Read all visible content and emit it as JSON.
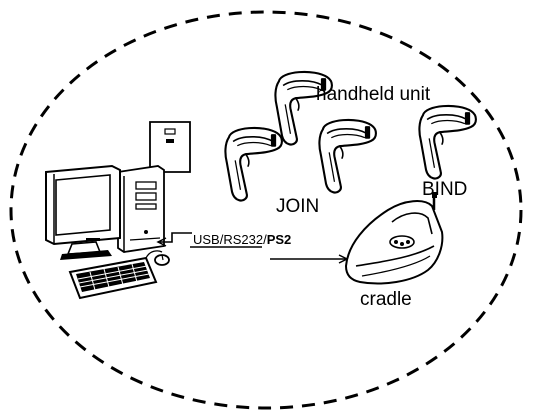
{
  "labels": {
    "handheld_unit": "handheld unit",
    "join": "JOIN",
    "bind": "BIND",
    "cradle": "cradle",
    "connection_prefix": "USB/RS232/",
    "connection_bold": "PS2"
  },
  "icons": [
    "computer-tower-icon",
    "monitor-icon",
    "keyboard-icon",
    "mouse-icon",
    "barcode-scanner-icon",
    "cradle-icon"
  ],
  "colors": {
    "line": "#000000",
    "background": "#ffffff"
  }
}
